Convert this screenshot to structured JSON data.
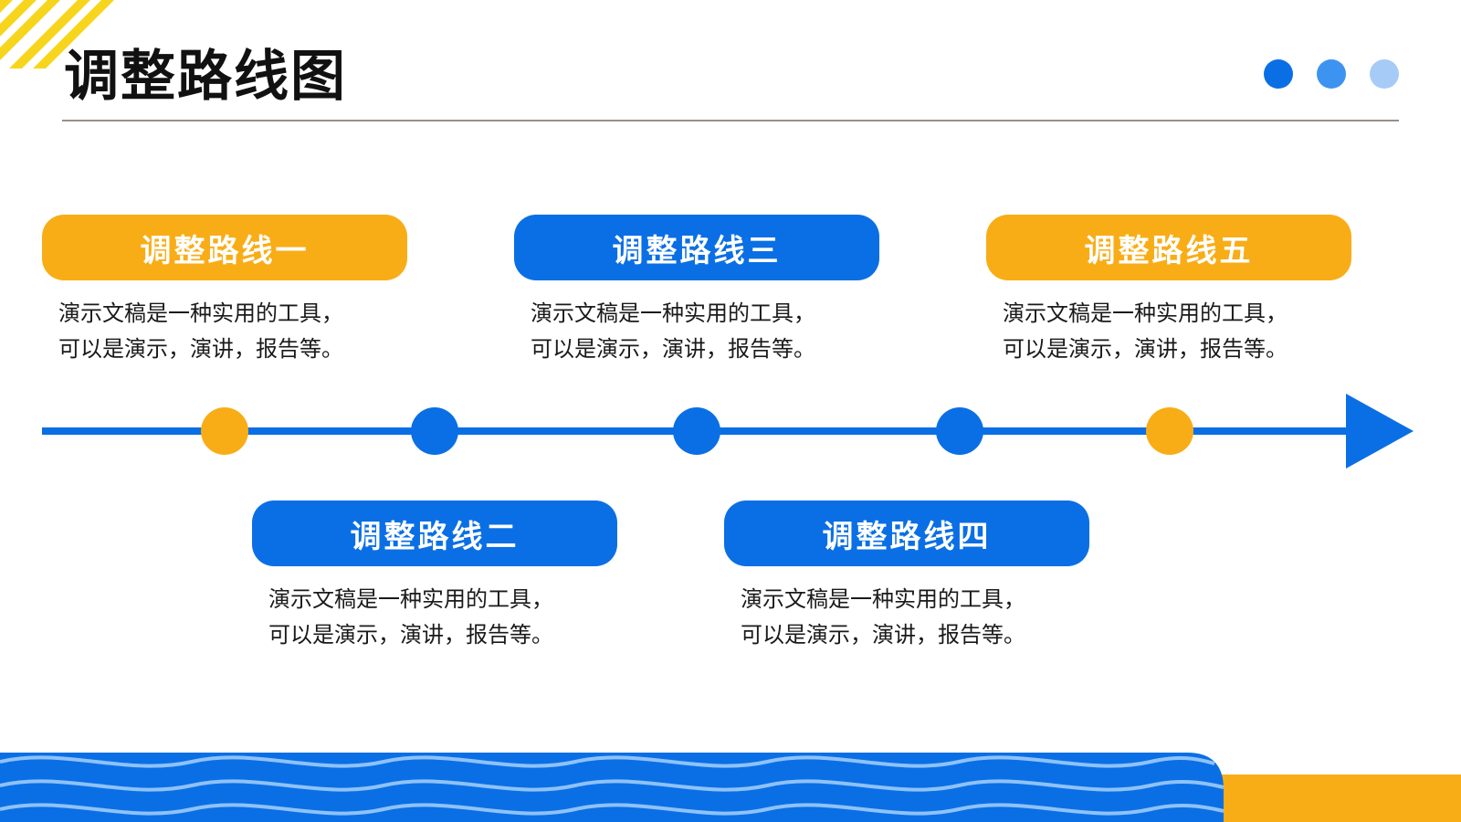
{
  "page": {
    "title": "调整路线图"
  },
  "colors": {
    "blue": "#0a6fe5",
    "orange": "#f8ad17",
    "dot_dark": "#0a6fe5",
    "dot_mid": "#3d94f0",
    "dot_light": "#a6cbf7",
    "stripe_yellow": "#f7d51d",
    "wave": "#8ec2fa"
  },
  "routes": [
    {
      "label": "调整路线一",
      "color": "orange",
      "desc": "演示文稿是一种实用的工具，\n可以是演示，演讲，报告等。"
    },
    {
      "label": "调整路线二",
      "color": "blue",
      "desc": "演示文稿是一种实用的工具，\n可以是演示，演讲，报告等。"
    },
    {
      "label": "调整路线三",
      "color": "blue",
      "desc": "演示文稿是一种实用的工具，\n可以是演示，演讲，报告等。"
    },
    {
      "label": "调整路线四",
      "color": "blue",
      "desc": "演示文稿是一种实用的工具，\n可以是演示，演讲，报告等。"
    },
    {
      "label": "调整路线五",
      "color": "orange",
      "desc": "演示文稿是一种实用的工具，\n可以是演示，演讲，报告等。"
    }
  ]
}
